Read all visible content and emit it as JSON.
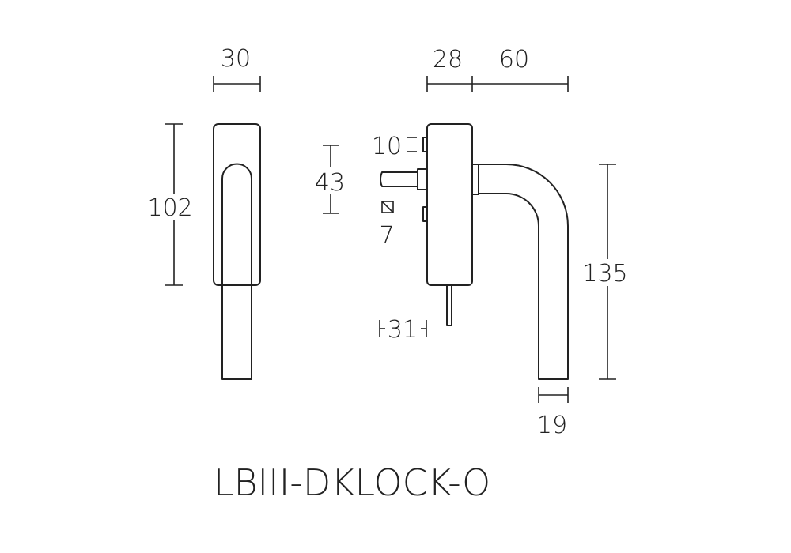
{
  "product_code": "LBIII-DKLOCK-O",
  "dimensions": {
    "front_width": "30",
    "front_height": "102",
    "rose_depth": "28",
    "lever_projection": "60",
    "spindle_offset": "10",
    "spindle_spacing": "43",
    "spindle_square": "7",
    "key_length": "31",
    "lever_length": "135",
    "lever_thickness": "19"
  },
  "colors": {
    "line": "#222222",
    "background": "#ffffff"
  }
}
